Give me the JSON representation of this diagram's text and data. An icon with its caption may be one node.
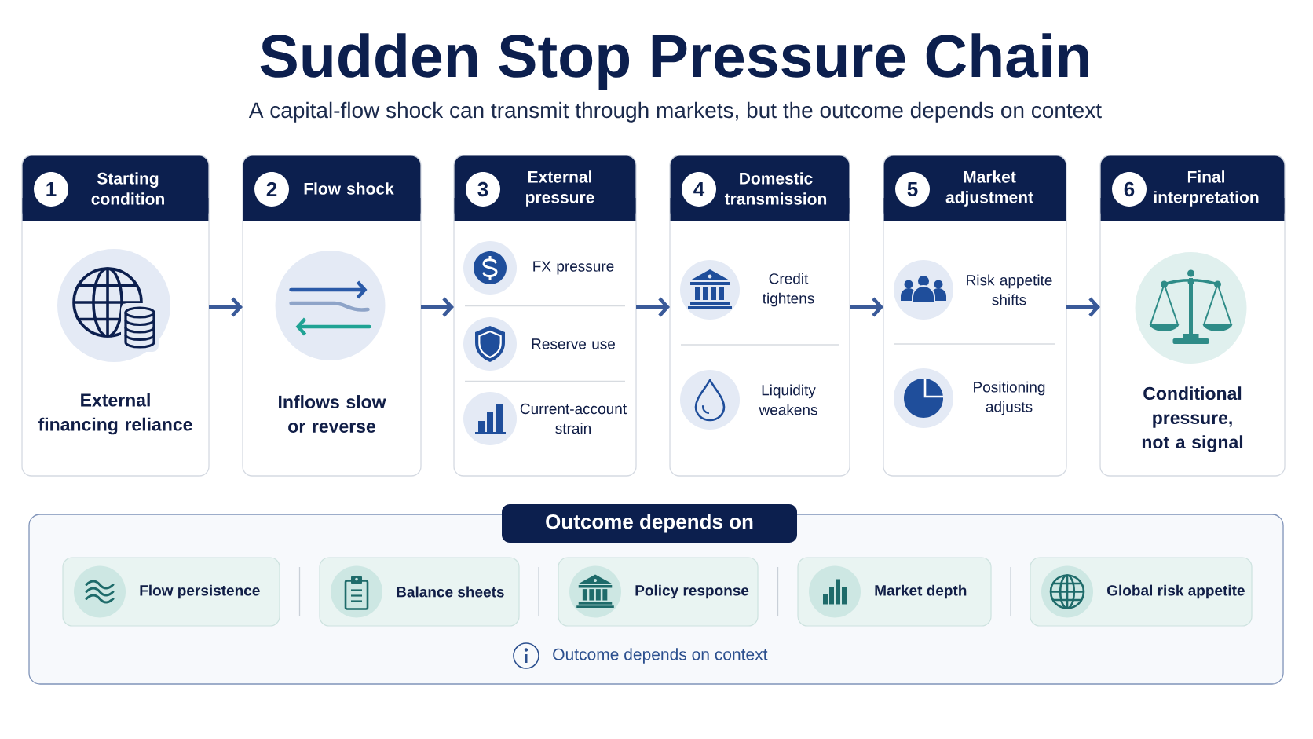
{
  "diagram": {
    "title": "Sudden Stop Pressure Chain",
    "nodes": [
      {
        "text": [
          "Starting condition",
          "External financing reliance"
        ]
      },
      {
        "text": [
          "1"
        ],
        "in": 0
      },
      {
        "text": [
          "Flow shock",
          "Inflows slow or reverse"
        ]
      },
      {
        "text": [
          "2"
        ],
        "in": 2
      },
      {
        "text": [
          "External pressure",
          "FX pressure",
          "Reserve use",
          "Current-account strain"
        ]
      },
      {
        "text": [
          "3"
        ],
        "in": 4
      },
      {
        "text": [
          "Domestic transmission",
          "Credit tightens",
          "Liquidity weakens"
        ]
      },
      {
        "text": [
          "4"
        ],
        "in": 6
      },
      {
        "text": [
          "Market adjustment",
          "Risk appetite shifts",
          "Positioning adjusts"
        ]
      },
      {
        "text": [
          "5"
        ],
        "in": 8
      },
      {
        "text": [
          "Final interpretation",
          "Conditional pressure, not a signal"
        ]
      },
      {
        "text": [
          "6"
        ],
        "in": 10
      },
      {
        "text": [
          "Outcome depends on",
          "Outcome depends on context"
        ]
      },
      {
        "text": [
          "Flow persistence"
        ],
        "in": 12
      },
      {
        "text": [
          "Balance sheets"
        ],
        "in": 12
      },
      {
        "text": [
          "Policy response"
        ],
        "in": 12
      },
      {
        "text": [
          "Market depth"
        ],
        "in": 12
      },
      {
        "text": [
          "Global risk appetite"
        ],
        "in": 12
      }
    ],
    "edges": [
      {
        "from": 0,
        "to": 2,
        "arrow": "to"
      },
      {
        "from": 2,
        "to": 4,
        "arrow": "to"
      },
      {
        "from": 4,
        "to": 6,
        "arrow": "to"
      },
      {
        "from": 6,
        "to": 8,
        "arrow": "to"
      },
      {
        "from": 8,
        "to": 10,
        "arrow": "to"
      }
    ],
    "labels": [
      "A capital-flow shock can transmit through markets, but the outcome depends on context"
    ]
  }
}
